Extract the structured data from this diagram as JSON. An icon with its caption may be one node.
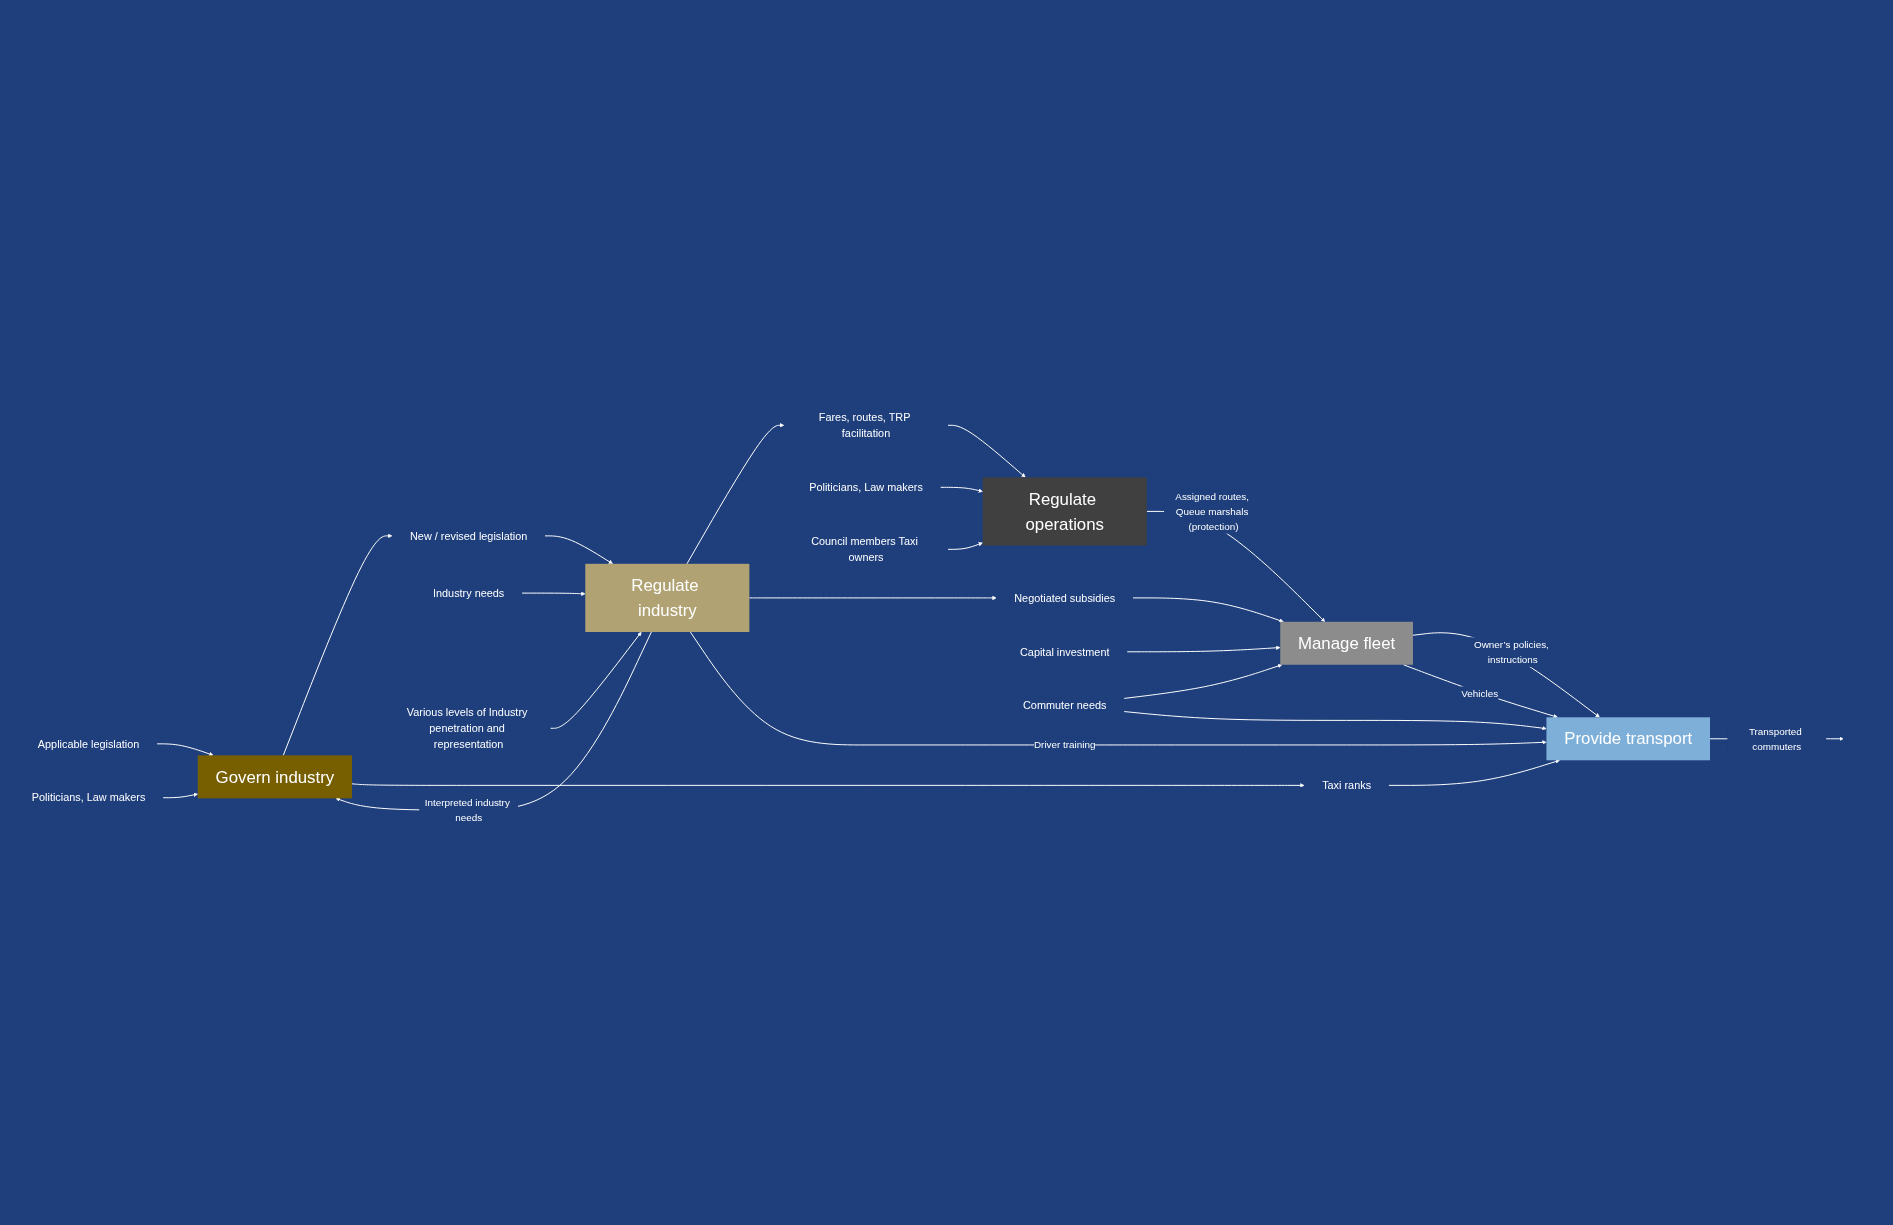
{
  "diagram": {
    "nodes": [
      {
        "text": [
          "Applicable legislation"
        ]
      },
      {
        "text": [
          "Govern industry"
        ]
      },
      {
        "text": [
          "New / revised legislation"
        ]
      },
      {
        "text": [
          "Politicians, Law makers"
        ]
      },
      {
        "text": [
          "Industry needs"
        ]
      },
      {
        "text": [
          "Regulate industry"
        ]
      },
      {
        "text": [
          "Various levels of Industry penetration and representation"
        ]
      },
      {
        "text": [
          "Fares, routes, TRP facilitation"
        ]
      },
      {
        "text": [
          "Politicians, Law makers"
        ]
      },
      {
        "text": [
          "Regulate operations"
        ]
      },
      {
        "text": [
          "Council members Taxi owners"
        ]
      },
      {
        "text": [
          "Manage fleet"
        ]
      },
      {
        "text": [
          "Negotiated subsidies"
        ]
      },
      {
        "text": [
          "Capital investment"
        ]
      },
      {
        "text": [
          "Commuter needs"
        ]
      },
      {
        "text": [
          "Provide transport"
        ]
      },
      {
        "text": [
          "Taxi ranks"
        ]
      }
    ],
    "edges": [
      {
        "from": 0,
        "to": 1,
        "arrow": "to"
      },
      {
        "from": 5,
        "to": 1,
        "arrow": "to",
        "label": "Interpreted industry needs"
      },
      {
        "from": 1,
        "to": 2,
        "arrow": "to"
      },
      {
        "from": 2,
        "to": 5,
        "arrow": "to"
      },
      {
        "from": 1,
        "to": 16,
        "arrow": "to"
      },
      {
        "from": 3,
        "to": 1,
        "arrow": "to"
      },
      {
        "from": 4,
        "to": 5,
        "arrow": "to"
      },
      {
        "from": 6,
        "to": 5,
        "arrow": "to"
      },
      {
        "from": 5,
        "to": 7,
        "arrow": "to"
      },
      {
        "from": 7,
        "to": 9,
        "arrow": "to"
      },
      {
        "from": 5,
        "to": 12,
        "arrow": "to"
      },
      {
        "from": 5,
        "to": 15,
        "arrow": "to",
        "label": "Driver training"
      },
      {
        "from": 8,
        "to": 9,
        "arrow": "to"
      },
      {
        "from": 10,
        "to": 9,
        "arrow": "to"
      },
      {
        "from": 9,
        "to": 11,
        "arrow": "to",
        "label": "Assigned routes, Queue marshals (protection)"
      },
      {
        "from": 12,
        "to": 11,
        "arrow": "to"
      },
      {
        "from": 13,
        "to": 11,
        "arrow": "to"
      },
      {
        "from": 14,
        "to": 11,
        "arrow": "to"
      },
      {
        "from": 14,
        "to": 15,
        "arrow": "to"
      },
      {
        "from": 11,
        "to": 15,
        "arrow": "to",
        "label": "Owner’s policies, instructions"
      },
      {
        "from": 11,
        "to": 15,
        "arrow": "to",
        "label": "Vehicles"
      },
      {
        "from": 16,
        "to": 15,
        "arrow": "to"
      },
      {
        "from": 15,
        "to": null,
        "arrow": "to",
        "label": "Transported commuters"
      }
    ]
  }
}
